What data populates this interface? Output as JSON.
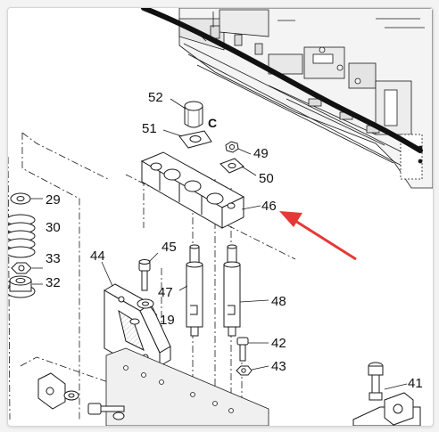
{
  "callouts": {
    "c_label": "C",
    "n52": "52",
    "n51": "51",
    "n49": "49",
    "n50": "50",
    "n46": "46",
    "n29": "29",
    "n30": "30",
    "n33": "33",
    "n32": "32",
    "n44": "44",
    "n45": "45",
    "n47": "47",
    "n19": "19",
    "n48": "48",
    "n42": "42",
    "n43": "43",
    "n41": "41"
  },
  "colors": {
    "arrow": "#e53935",
    "line": "#1a1a1a",
    "part_fill": "#ffffff",
    "machine_fill": "#f4f4f4",
    "cable": "#111111"
  },
  "icons": {
    "pointer": "red-arrow-icon"
  }
}
